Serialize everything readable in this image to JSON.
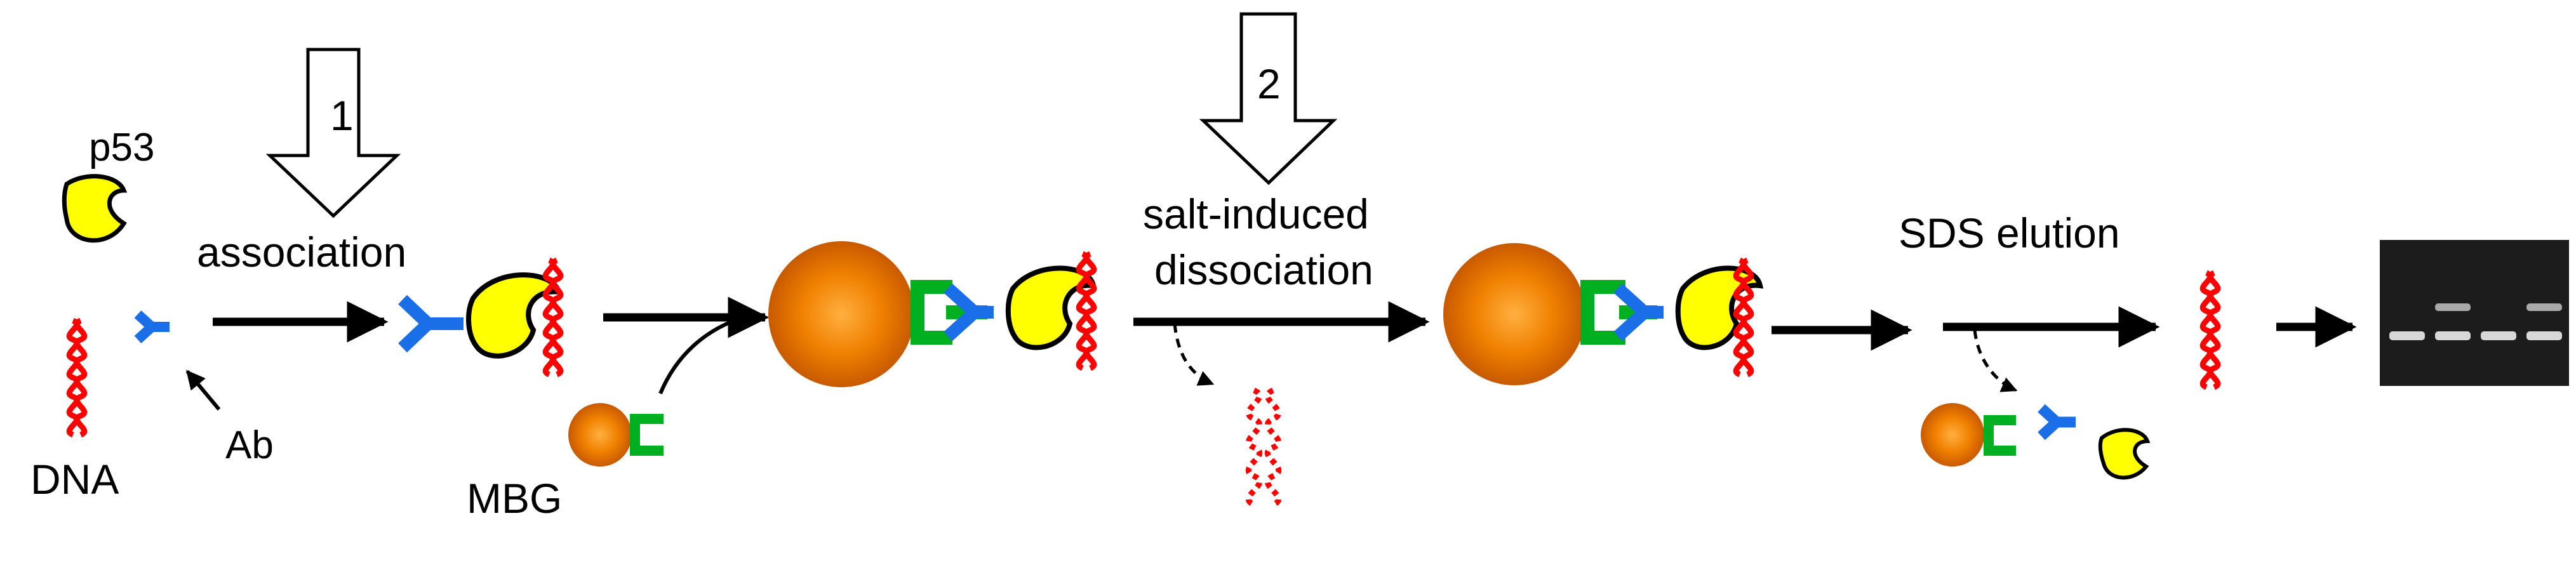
{
  "labels": {
    "p53": "p53",
    "dna": "DNA",
    "ab": "Ab",
    "mbg": "MBG",
    "step1_number": "1",
    "step1_label": "association",
    "step2_number": "2",
    "step2_label_line1": "salt-induced",
    "step2_label_line2": "dissociation",
    "step3_label": "SDS elution"
  },
  "colors": {
    "protein_yellow": "#ffff00",
    "dna_red": "#ff0000",
    "antibody_blue": "#1a6ee8",
    "linker_green": "#00b020",
    "bead_orange": "#f08000",
    "gel_background": "#1c1c1c",
    "gel_band": "#d8d8d8"
  },
  "gel": {
    "lanes": 4,
    "lane_bands": [
      {
        "upper": false,
        "lower": true
      },
      {
        "upper": true,
        "lower": true
      },
      {
        "upper": false,
        "lower": true
      },
      {
        "upper": true,
        "lower": true
      }
    ]
  }
}
